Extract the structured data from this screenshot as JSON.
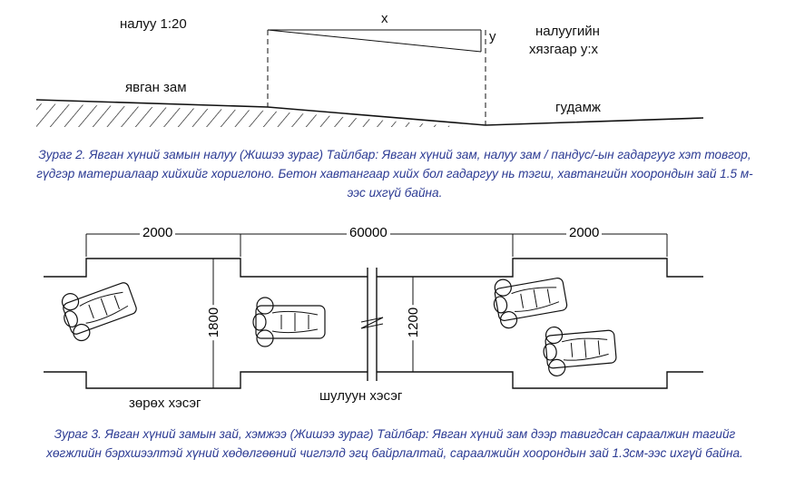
{
  "figure2": {
    "slope_label": "налуу 1:20",
    "x_label": "x",
    "y_label": "y",
    "limit_label_line1": "налуугийн",
    "limit_label_line2": "хязгаар y:x",
    "walkway_label": "явган зам",
    "street_label": "гудамж",
    "caption": "Зураг 2. Явган хүний замын налуу (Жишээ зураг) Тайлбар: Явган хүний зам, налуу зам / пандус/-ын гадаргууг хэт товгор, гүдгэр материалаар хийхийг хориглоно. Бетон хавтангаар хийх бол гадаргуу нь тэгш, хавтангийн хоорондын зай 1.5 м-ээс ихгүй байна."
  },
  "figure3": {
    "dim_left": "2000",
    "dim_middle": "60000",
    "dim_right": "2000",
    "dim_wide": "1800",
    "dim_narrow": "1200",
    "passing_label": "зөрөх хэсэг",
    "straight_label": "шулуун хэсэг",
    "caption": "Зураг 3. Явган хүний замын зай, хэмжээ (Жишээ зураг) Тайлбар: Явган хүний зам дээр тавигдсан сараалжин тагийг хөгжлийн бэрхшээлтэй хүний хөдөлгөөний чиглэлд эгц байрлалтай, сараалжийн хоорондын зай 1.3см-ээс ихгүй байна."
  },
  "colors": {
    "caption": "#2b3a93",
    "line": "#111111"
  }
}
